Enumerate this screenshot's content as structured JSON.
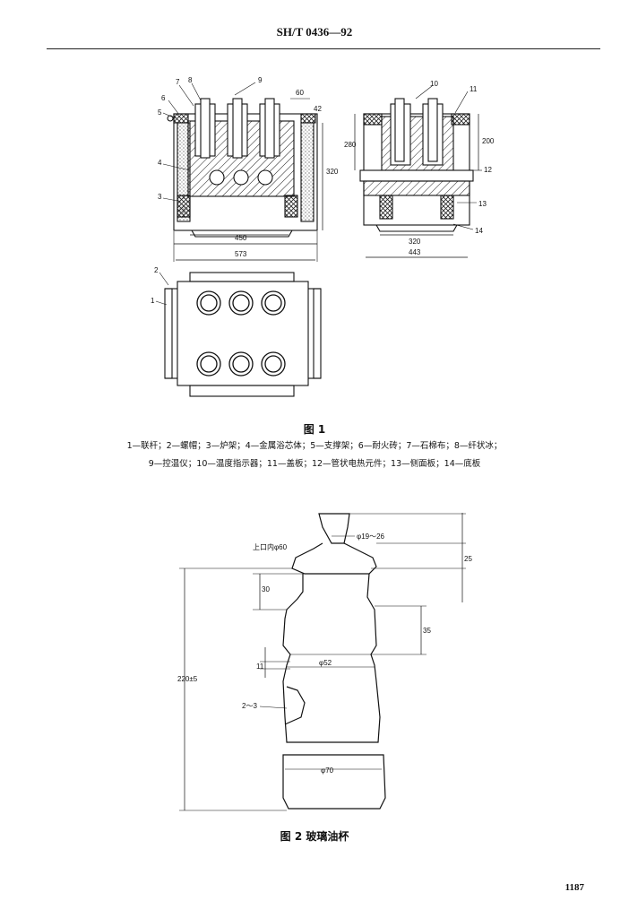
{
  "header": {
    "code": "SH/T 0436—92"
  },
  "figure1": {
    "caption": "图 1",
    "legend_line1": "1—联杆；2—螺帽；3—炉架；4—金属浴芯体；5—支撑架；6—耐火砖；7—石棉布；8—纤状冰；",
    "legend_line2": "9—控温仪；10—温度指示器；11—盖板；12—管状电热元件；13—侧面板；14—底板",
    "left_callouts": [
      "7",
      "8",
      "9",
      "6",
      "5",
      "4",
      "3"
    ],
    "right_callouts": [
      "10",
      "11",
      "12",
      "13",
      "14"
    ],
    "plan_callouts": [
      "2",
      "1"
    ],
    "dims_left": {
      "top": "60",
      "side": "42",
      "height": "320",
      "inner_width": "450",
      "outer_width": "573"
    },
    "dims_right": {
      "h_left": "280",
      "h_right": "200",
      "inner_width": "320",
      "outer_width": "443"
    }
  },
  "figure2": {
    "caption": "图 2   玻璃油杯",
    "neck_label": "φ19～26",
    "mouth_label": "上口内φ60",
    "dim_25": "25",
    "dim_30": "30",
    "dim_35": "35",
    "dim_11": "11",
    "dim_total": "220±5",
    "mid_diameter": "φ52",
    "wall_label": "2～3",
    "base_diameter": "φ70"
  },
  "page_number": "1187"
}
